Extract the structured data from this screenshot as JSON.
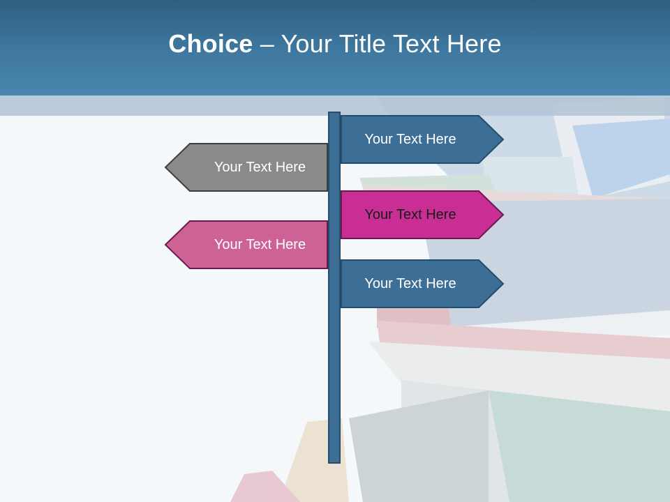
{
  "slide": {
    "title_bold": "Choice",
    "title_rest": " – Your Title Text Here"
  },
  "signs": [
    {
      "label": "Your Text Here",
      "direction": "right",
      "fill": "#3d6f96",
      "stroke": "#244c6b",
      "text_color": "#ffffff"
    },
    {
      "label": "Your Text Here",
      "direction": "left",
      "fill": "#8a8a8a",
      "stroke": "#3e3e3e",
      "text_color": "#ffffff"
    },
    {
      "label": "Your Text Here",
      "direction": "right",
      "fill": "#c92e94",
      "stroke": "#6a1a50",
      "text_color": "#1a1a1a"
    },
    {
      "label": "Your Text Here",
      "direction": "left",
      "fill": "#cc6394",
      "stroke": "#6a1a50",
      "text_color": "#ffffff"
    },
    {
      "label": "Your Text Here",
      "direction": "right",
      "fill": "#3d6f96",
      "stroke": "#244c6b",
      "text_color": "#ffffff"
    }
  ],
  "colors": {
    "title_bar": "#3f79a1",
    "pole": "#3d6f96",
    "background": "#f5f8fb"
  }
}
